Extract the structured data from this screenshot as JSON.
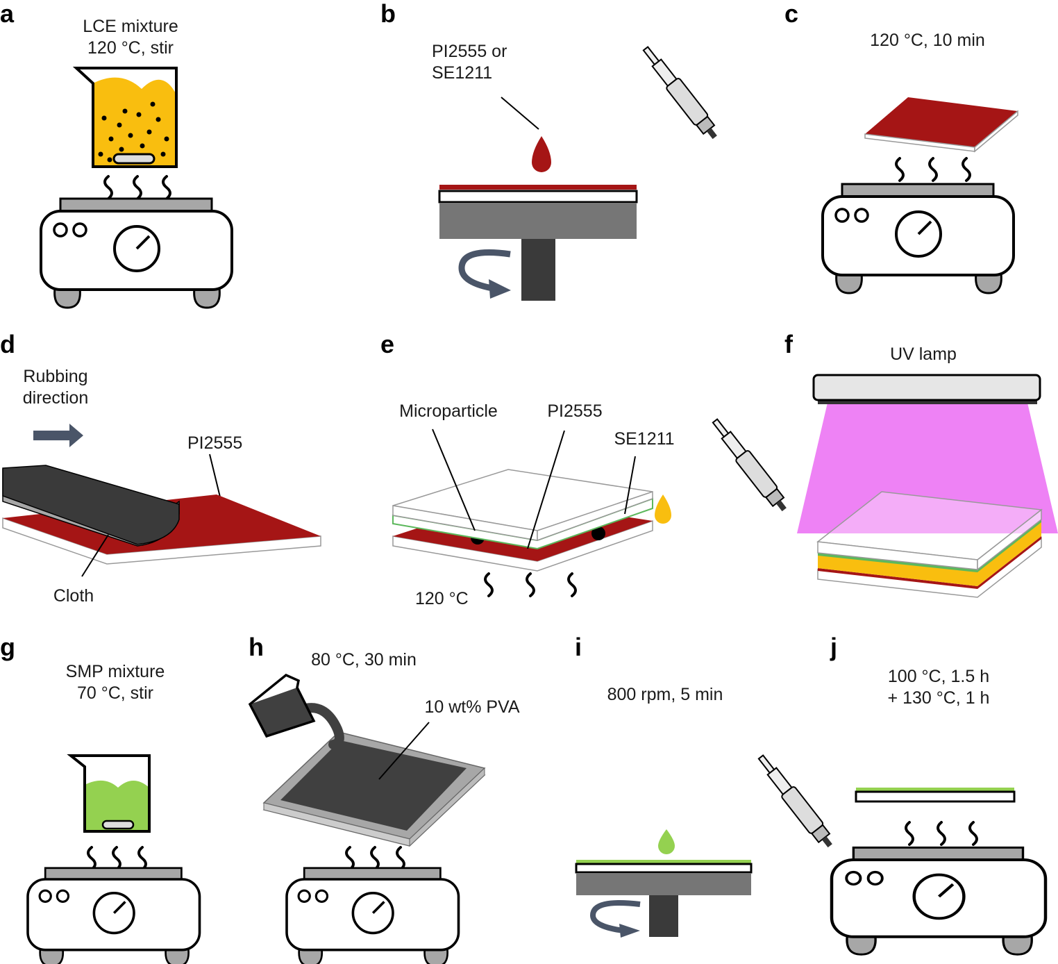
{
  "colors": {
    "lce": "#F9BE0F",
    "smp": "#94D150",
    "alignment_layer": "#A51515",
    "uv": "#EE82F5",
    "arrow": "#4A5568",
    "plate": "#A7A7A7",
    "spin_stage": "#767676",
    "spin_shaft": "#3A3A3A",
    "mold": "#404040",
    "substrate_green": "#5CB85C"
  },
  "panels": {
    "a": {
      "label": "a",
      "line1": "LCE mixture",
      "line2": "120 °C, stir",
      "icons": [
        "beaker-icon",
        "stir-bar-icon",
        "hotplate-icon"
      ]
    },
    "b": {
      "label": "b",
      "line1": "PI2555 or",
      "line2": "SE1211",
      "icons": [
        "pipette-icon",
        "droplet-icon",
        "spin-coater-icon",
        "rotation-arrow-icon"
      ]
    },
    "c": {
      "label": "c",
      "line1": "120 °C, 10 min",
      "icons": [
        "coated-substrate-icon",
        "hotplate-icon"
      ]
    },
    "d": {
      "label": "d",
      "line1": "Rubbing",
      "line2": "direction",
      "layer": "PI2555",
      "tool": "Cloth",
      "icons": [
        "direction-arrow-icon",
        "rubbing-block-icon"
      ]
    },
    "e": {
      "label": "e",
      "particle": "Microparticle",
      "layer": "PI2555",
      "alignment": "SE1211",
      "temp": "120 °C",
      "icons": [
        "cell-icon",
        "pipette-icon",
        "heat-wave-icon"
      ]
    },
    "f": {
      "label": "f",
      "lamp": "UV lamp",
      "icons": [
        "uv-lamp-icon",
        "uv-beam-icon",
        "lce-cell-icon"
      ]
    },
    "g": {
      "label": "g",
      "line1": "SMP mixture",
      "line2": "70 °C, stir",
      "icons": [
        "beaker-icon",
        "hotplate-icon"
      ]
    },
    "h": {
      "label": "h",
      "line1": "80 °C, 30 min",
      "mold": "10 wt% PVA",
      "icons": [
        "pour-beaker-icon",
        "mold-icon",
        "hotplate-icon"
      ]
    },
    "i": {
      "label": "i",
      "line1": "800 rpm, 5 min",
      "icons": [
        "pipette-icon",
        "spin-coater-icon",
        "rotation-arrow-icon"
      ]
    },
    "j": {
      "label": "j",
      "line1": "100 °C, 1.5 h",
      "line2": "+ 130 °C, 1 h",
      "icons": [
        "coated-substrate-icon",
        "hotplate-icon"
      ]
    }
  }
}
